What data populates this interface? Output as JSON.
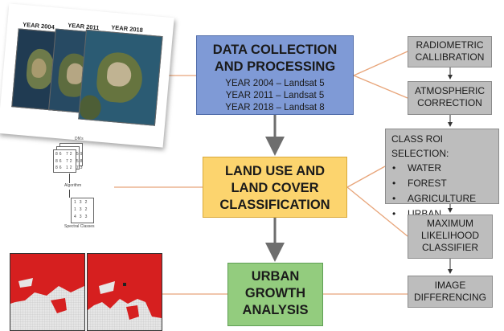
{
  "colors": {
    "data_box": "#7f9ad6",
    "land_box": "#fcd46e",
    "urban_box": "#93cc7e",
    "grey_box": "#bdbdbd",
    "connector_orange": "#e8a57a",
    "arrow_grey": "#6e6e6e",
    "map_red": "#d61f1f"
  },
  "main": {
    "data_collection": {
      "title_line1": "DATA COLLECTION",
      "title_line2": "AND PROCESSING",
      "years": [
        "YEAR 2004 – Landsat 5",
        "YEAR 2011 – Landsat 5",
        "YEAR 2018 – Landsat 8"
      ]
    },
    "land_use": {
      "title_line1": "LAND USE AND",
      "title_line2": "LAND COVER",
      "title_line3": "CLASSIFICATION"
    },
    "urban_growth": {
      "title_line1": "URBAN",
      "title_line2": "GROWTH",
      "title_line3": "ANALYSIS"
    }
  },
  "steps": {
    "radiometric": [
      "RADIOMETRIC",
      "CALLIBRATION"
    ],
    "atmospheric": [
      "ATMOSPHERIC",
      "CORRECTION"
    ],
    "roi": {
      "heading": "CLASS ROI SELECTION:",
      "bullet": "•",
      "classes": [
        "WATER",
        "FOREST",
        "AGRICULTURE",
        "URBAN"
      ]
    },
    "classifier": [
      "MAXIMUM",
      "LIKELIHOOD",
      "CLASSIFIER"
    ],
    "differencing": [
      "IMAGE",
      "DIFFERENCING"
    ]
  },
  "images": {
    "satellite_labels": [
      "YEAR 2004",
      "YEAR 2011",
      "YEAR 2018"
    ],
    "grid_top_label": "DN's",
    "grid_mid_label": "Algorithm",
    "grid_bottom_label": "Spectral Classes",
    "grid_values": [
      [
        "86",
        "72",
        "59"
      ],
      [
        "86",
        "72",
        "58"
      ],
      [
        "86",
        "12",
        "73"
      ]
    ],
    "class_values": [
      [
        "1",
        "3",
        "2"
      ],
      [
        "1",
        "3",
        "2"
      ],
      [
        "4",
        "3",
        "3"
      ]
    ]
  }
}
